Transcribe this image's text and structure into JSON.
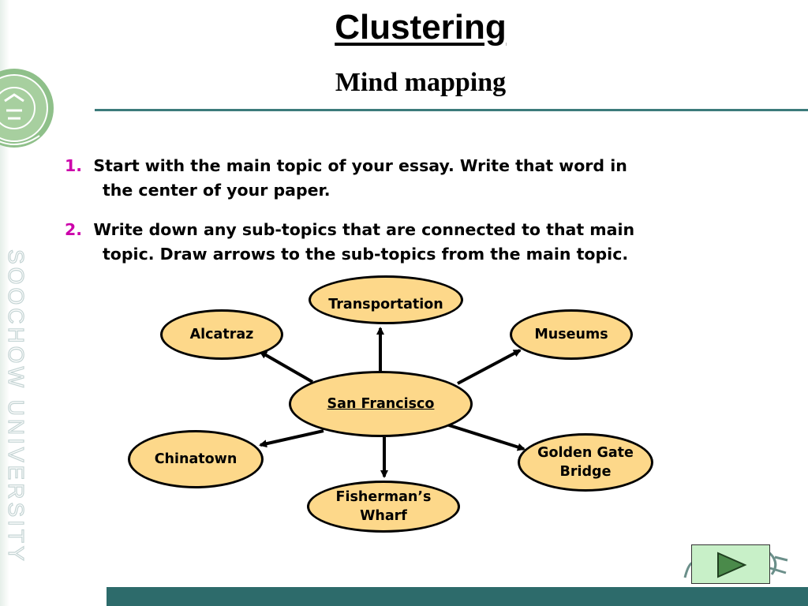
{
  "slide": {
    "title": "Clustering",
    "subtitle": "Mind mapping",
    "side_text": "SOOCHOW UNIVERSITY"
  },
  "steps": [
    {
      "number": "1.",
      "line1": "Start with the main topic of your essay.  Write that word in",
      "line2": "the center of your paper."
    },
    {
      "number": "2.",
      "line1": "Write down any sub-topics that are connected to that main",
      "line2": "topic.  Draw arrows to the sub-topics from the main topic."
    }
  ],
  "mind_map": {
    "center": "San Francisco",
    "subtopics": {
      "transportation": "Transportation",
      "alcatraz": "Alcatraz",
      "museums": "Museums",
      "chinatown": "Chinatown",
      "golden_gate": [
        "Golden Gate",
        "Bridge"
      ],
      "fishermans": [
        "Fisherman’s",
        "Wharf"
      ]
    }
  },
  "colors": {
    "node_fill": "#fdd88a",
    "step_number": "#cc00aa",
    "accent_teal": "#2d6b6b",
    "next_button": "#c8f0c8"
  },
  "icons": {
    "next": "next-slide-play-icon",
    "seal": "university-seal-logo"
  }
}
